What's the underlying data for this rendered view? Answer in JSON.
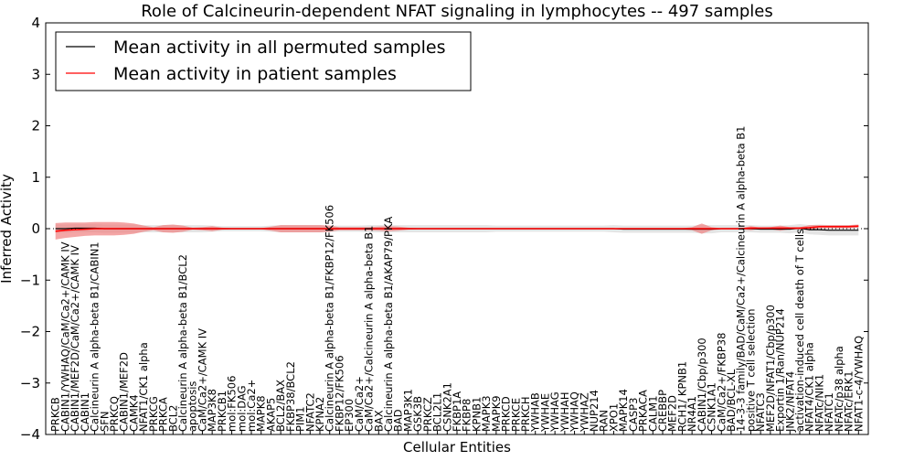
{
  "chart_data": {
    "type": "line",
    "title": "Role of Calcineurin-dependent NFAT signaling in lymphocytes -- 497 samples",
    "xlabel": "Cellular Entities",
    "ylabel": "Inferred Activity",
    "ylim": [
      -4,
      4
    ],
    "xlim": [
      -1,
      83
    ],
    "yticks": [
      "−4",
      "−3",
      "−2",
      "−1",
      "0",
      "1",
      "2",
      "3",
      "4"
    ],
    "ytick_values": [
      -4,
      -3,
      -2,
      -1,
      0,
      1,
      2,
      3,
      4
    ],
    "grid": false,
    "legend_position": "top-left",
    "categories": [
      "PRKCB",
      "CABIN1/YWHAQ/CaM/Ca2+/CAMK IV",
      "CABIN1/MEF2D/CaM/Ca2+/CAMK IV",
      "CABIN1",
      "Calcineurin A alpha-beta B1/CABIN1",
      "SFN",
      "PRKCQ",
      "CABIN1/MEF2D",
      "CAMK4",
      "NFAT1/CK1 alpha",
      "PRKCG",
      "PRKCA",
      "BCL2",
      "Calcineurin A alpha-beta B1/BCL2",
      "apoptosis",
      "CaM/Ca2+/CAMK IV",
      "MAP3K8",
      "PRKCB1",
      "mol:FK506",
      "mol:DAG",
      "mol:Ca2+",
      "MAPK8",
      "AKAP5",
      "BCL2/BAX",
      "FKBP38/BCL2",
      "PIM1",
      "NFATC2",
      "KPNA2",
      "Calcineurin A alpha-beta B1/FKBP12/FK506",
      "FKBP12/FK506",
      "EP300",
      "CaM/Ca2+",
      "CaM/Ca2+/Calcineurin A alpha-beta B1",
      "BAX",
      "Calcineurin A alpha-beta B1/AKAP79/PKA",
      "BAD",
      "MAP3K1",
      "GSK3B",
      "PRKCZ",
      "BCL2L1",
      "CSNK2A1",
      "FKBP1A",
      "FKBP8",
      "KPNB1",
      "MAPK3",
      "MAPK9",
      "PRKCD",
      "PRKCE",
      "PRKCH",
      "YWHAB",
      "YWHAE",
      "YWHAG",
      "YWHAH",
      "YWHAQ",
      "YWHAZ",
      "NUP214",
      "RAN",
      "XPO1",
      "MAPK14",
      "CASP3",
      "PRKACA",
      "CALM1",
      "CREBBP",
      "MEF2D",
      "RCH1/ KPNB1",
      "NR4A1",
      "CABIN1/Cbp/p300",
      "CSNK1A1",
      "CaM/Ca2+/FKBP38",
      "BAD/BCL-XL",
      "14-3-3 family/BAD/CaM/Ca2+/Calcineurin A alpha-beta B1",
      "positive T cell selection",
      "NFATC3",
      "MEF2D/NFAT1/Cbp/p300",
      "Exportin 1/Ran/NUP214",
      "JNK2/NFAT4",
      "activation-induced cell death of T cells",
      "NFAT4/CK1 alpha",
      "NFATc/NIK1",
      "NFATC1",
      "NFATc/p38 alpha",
      "NFATc/ERK1",
      "NFAT1-c-4/YWHAQ"
    ],
    "series": [
      {
        "name": "Mean activity in all permuted samples",
        "color": "#000000",
        "band_color": "#d9d9d9",
        "values": [
          0,
          0,
          0.01,
          0.01,
          0.01,
          0,
          0,
          0,
          0,
          0,
          0,
          0,
          0,
          0,
          0,
          0,
          0,
          0,
          0,
          0,
          0,
          0,
          0,
          0,
          0,
          0,
          0,
          0,
          0,
          0,
          0,
          0,
          0,
          0,
          0,
          0,
          0,
          0,
          0,
          0,
          0,
          0,
          0,
          0,
          0,
          0,
          0,
          0,
          0,
          0,
          0,
          0,
          0,
          0,
          0,
          0,
          0,
          0,
          -0.01,
          -0.01,
          -0.01,
          -0.01,
          -0.01,
          -0.01,
          -0.01,
          -0.01,
          -0.01,
          -0.01,
          0,
          0,
          0,
          0,
          -0.01,
          -0.01,
          -0.01,
          -0.01,
          0.01,
          -0.02,
          -0.02,
          -0.03,
          -0.03,
          -0.03,
          -0.03
        ],
        "band": [
          0.08,
          0.08,
          0.08,
          0.08,
          0.08,
          0.08,
          0.08,
          0.08,
          0.08,
          0.07,
          0.07,
          0.07,
          0.07,
          0.07,
          0.07,
          0.07,
          0.06,
          0.05,
          0.05,
          0.05,
          0.05,
          0.05,
          0.06,
          0.07,
          0.07,
          0.07,
          0.07,
          0.07,
          0.06,
          0.06,
          0.06,
          0.06,
          0.07,
          0.07,
          0.07,
          0.07,
          0.07,
          0.07,
          0.07,
          0.07,
          0.07,
          0.07,
          0.07,
          0.07,
          0.07,
          0.06,
          0.06,
          0.06,
          0.06,
          0.06,
          0.06,
          0.06,
          0.06,
          0.06,
          0.06,
          0.06,
          0.06,
          0.07,
          0.07,
          0.07,
          0.07,
          0.07,
          0.07,
          0.07,
          0.07,
          0.07,
          0.08,
          0.08,
          0.07,
          0.07,
          0.07,
          0.07,
          0.07,
          0.07,
          0.07,
          0.08,
          0.08,
          0.09,
          0.1,
          0.1,
          0.1,
          0.1,
          0.1
        ]
      },
      {
        "name": "Mean activity in patient samples",
        "color": "#ff0000",
        "band_color": "#f08080",
        "values": [
          -0.05,
          -0.03,
          -0.02,
          -0.01,
          0,
          0,
          0,
          0,
          0,
          0,
          0,
          0,
          0,
          0,
          0,
          0,
          0,
          0,
          0,
          0,
          0,
          0,
          0,
          0,
          0,
          0,
          0,
          0,
          0,
          0,
          0,
          0,
          0,
          0,
          0,
          0,
          0,
          0,
          0,
          0,
          0,
          0,
          0,
          0,
          0,
          0,
          0,
          0,
          0,
          0,
          0,
          0,
          0,
          0,
          0,
          0,
          0,
          0,
          0,
          0,
          0,
          0,
          0,
          0,
          0,
          0,
          0,
          0,
          0,
          0,
          0,
          0.01,
          0.01,
          0.01,
          0.01,
          0.01,
          0.01,
          0.02,
          0.04,
          0.04,
          0.04,
          0.04,
          0.05
        ],
        "band": [
          0.16,
          0.15,
          0.14,
          0.13,
          0.13,
          0.13,
          0.13,
          0.12,
          0.1,
          0.06,
          0.03,
          0.07,
          0.08,
          0.06,
          0.02,
          0.03,
          0.05,
          0.02,
          0.01,
          0.01,
          0.01,
          0.01,
          0.04,
          0.07,
          0.07,
          0.07,
          0.07,
          0.07,
          0.06,
          0.03,
          0.03,
          0.03,
          0.03,
          0.04,
          0.05,
          0.04,
          0.02,
          0.01,
          0.01,
          0.01,
          0.01,
          0.01,
          0.01,
          0.01,
          0.01,
          0.01,
          0.01,
          0.01,
          0.01,
          0.01,
          0.01,
          0.01,
          0.01,
          0.01,
          0.01,
          0.01,
          0.01,
          0.01,
          0.01,
          0.01,
          0.01,
          0.01,
          0.01,
          0.01,
          0.01,
          0.03,
          0.1,
          0.03,
          0.01,
          0.01,
          0.01,
          0.04,
          0.01,
          0.02,
          0.05,
          0.02,
          0.02,
          0.05,
          0.03,
          0.03,
          0.03,
          0.03,
          0.03
        ]
      }
    ]
  }
}
